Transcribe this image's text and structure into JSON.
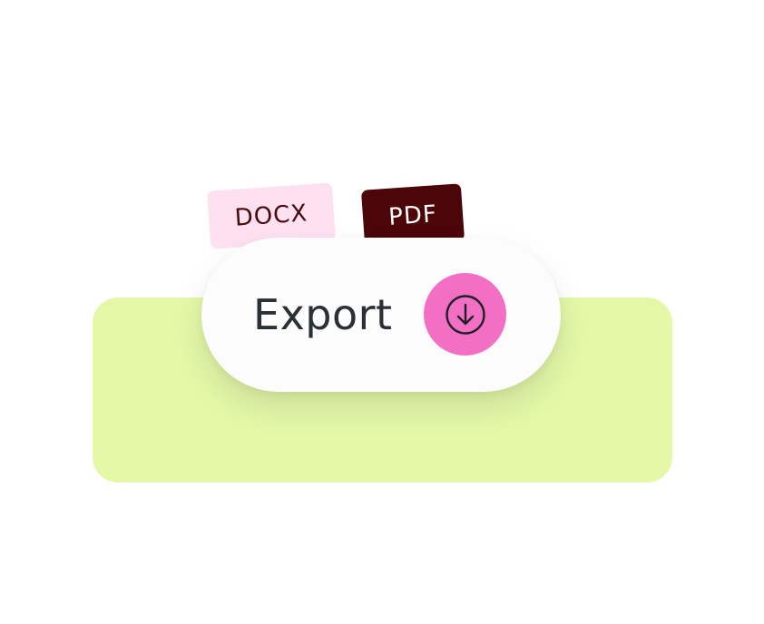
{
  "export_card": {
    "label": "Export",
    "download_icon": "download-circle-icon"
  },
  "format_tags": {
    "docx": "DOCX",
    "pdf": "PDF"
  },
  "colors": {
    "background_card": "#e4f8a8",
    "download_button": "#f26fc4",
    "docx_tag_background": "#fde1f1",
    "docx_tag_text": "#4a0a0a",
    "pdf_tag_background": "#4c0508",
    "pdf_tag_text": "#ffffff"
  }
}
